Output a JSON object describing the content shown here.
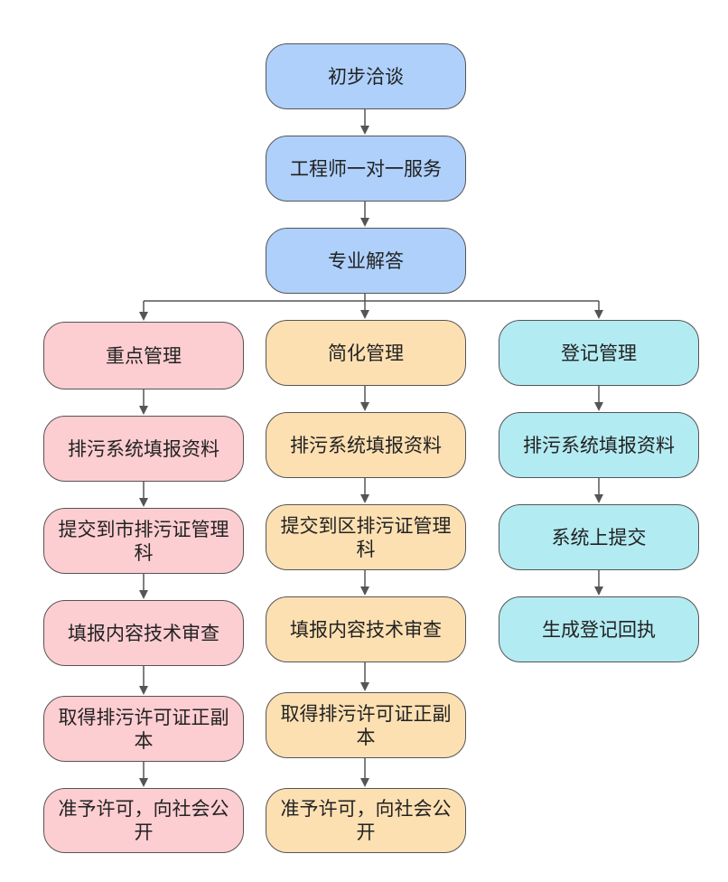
{
  "colors": {
    "top": "#aed0fb",
    "key_management": "#fccdd1",
    "simplified_management": "#fde0b2",
    "registration_management": "#b3ebf2",
    "line": "#555555"
  },
  "flow": {
    "top": [
      "初步洽谈",
      "工程师一对一服务",
      "专业解答"
    ],
    "columns": [
      {
        "title": "重点管理",
        "steps": [
          "排污系统填报资料",
          "提交到市排污证管理科",
          "填报内容技术审查",
          "取得排污许可证正副本",
          "准予许可，向社会公开"
        ]
      },
      {
        "title": "简化管理",
        "steps": [
          "排污系统填报资料",
          "提交到区排污证管理科",
          "填报内容技术审查",
          "取得排污许可证正副本",
          "准予许可，向社会公开"
        ]
      },
      {
        "title": "登记管理",
        "steps": [
          "排污系统填报资料",
          "系统上提交",
          "生成登记回执"
        ]
      }
    ]
  }
}
